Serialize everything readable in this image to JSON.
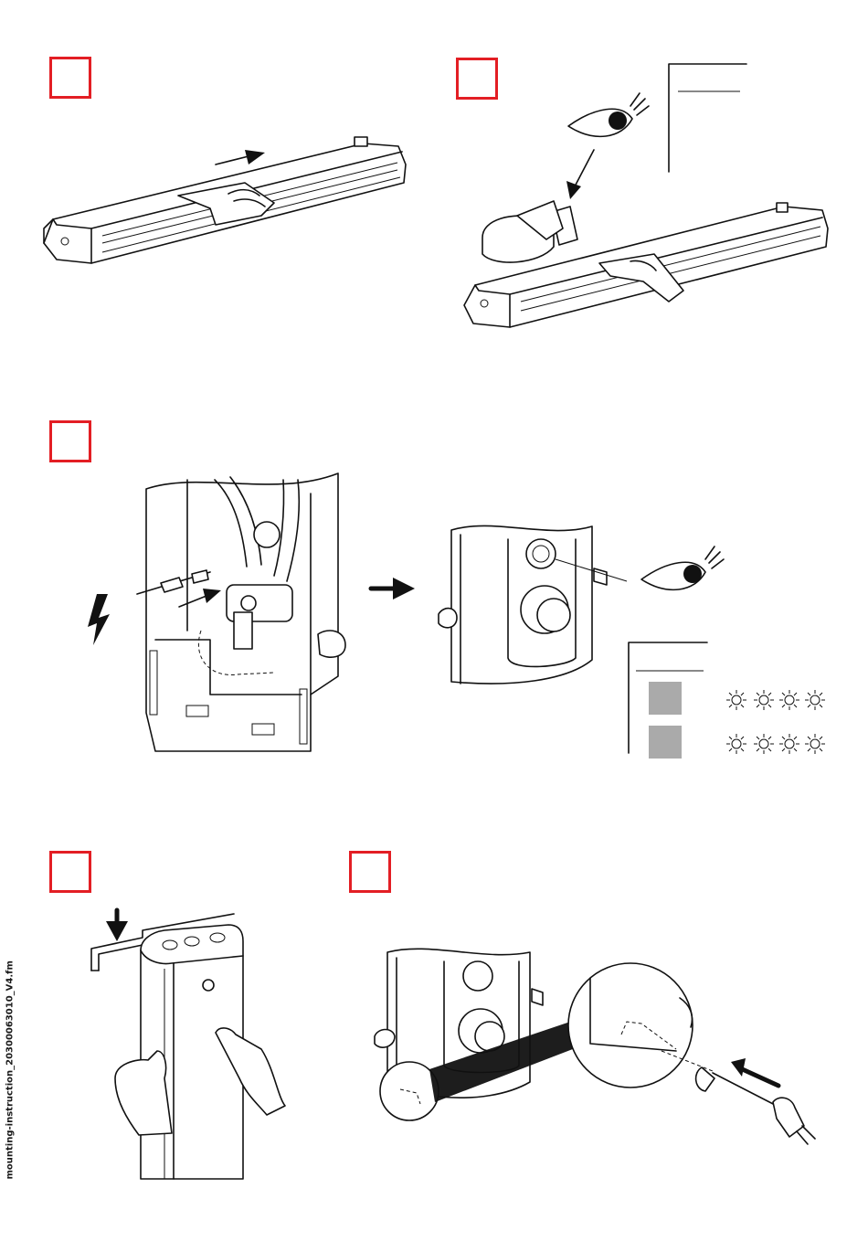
{
  "footer": {
    "file_label": "mounting-instruction_20300063010_V4.fm"
  },
  "steps": [
    {
      "id": "step-1",
      "label": ""
    },
    {
      "id": "step-2",
      "label": ""
    },
    {
      "id": "step-3",
      "label": ""
    },
    {
      "id": "step-4",
      "label": ""
    },
    {
      "id": "step-5",
      "label": ""
    }
  ],
  "colors": {
    "step_border": "#e31e24",
    "led_square": "#aaaaaa",
    "line": "#111111"
  },
  "icons": [
    "arrow-right-icon",
    "eye-icon",
    "spray-bottle-icon",
    "cloth-hand-icon",
    "lightning-icon",
    "led-blink-icon",
    "screwdriver-icon",
    "down-arrow-icon"
  ]
}
